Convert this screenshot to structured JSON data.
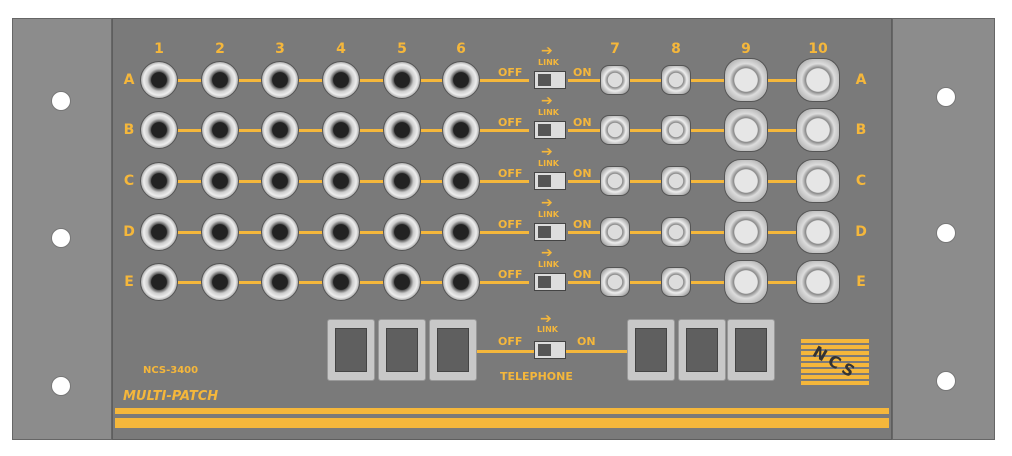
{
  "columns": [
    "1",
    "2",
    "3",
    "4",
    "5",
    "6",
    "7",
    "8",
    "9",
    "10"
  ],
  "rows": [
    "A",
    "B",
    "C",
    "D",
    "E"
  ],
  "switch": {
    "off": "OFF",
    "on": "ON",
    "link": "LINK"
  },
  "telephone": {
    "label": "TELEPHONE"
  },
  "model": "NCS-3400",
  "product": "MULTI-PATCH",
  "logo": "NCS",
  "colors": {
    "accent": "#f5b73b",
    "panel": "#7a7a7a",
    "ear": "#8c8c8c"
  }
}
